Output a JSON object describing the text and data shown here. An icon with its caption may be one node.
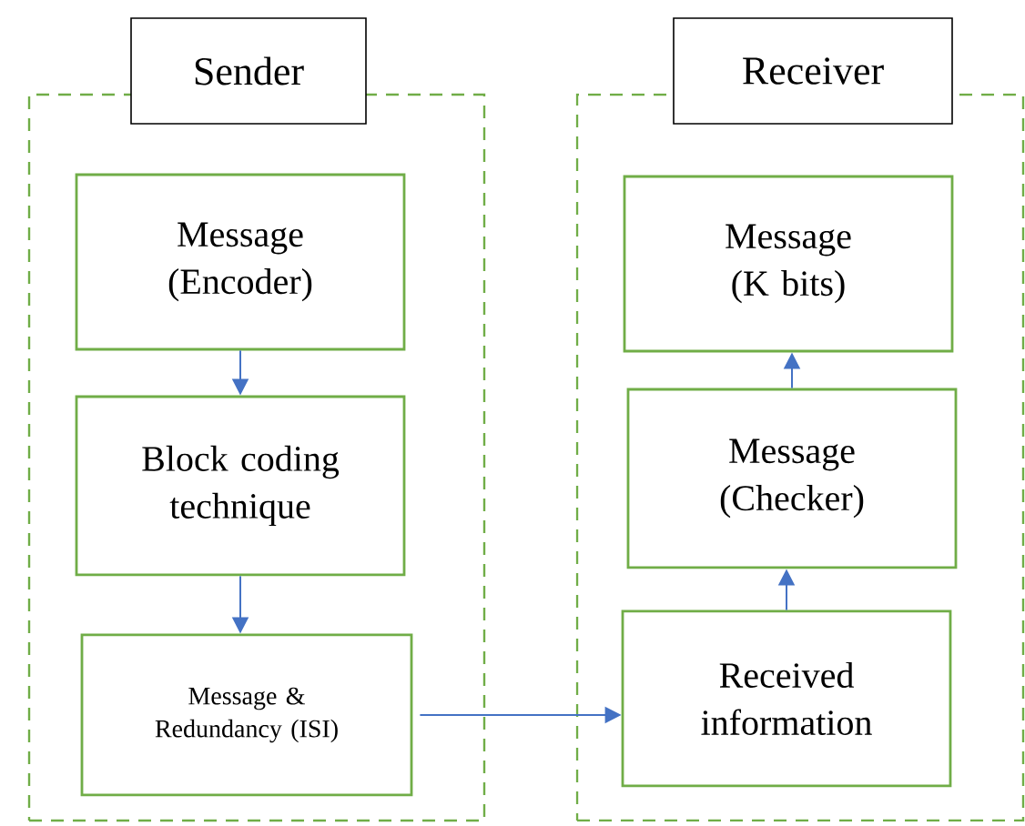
{
  "diagram": {
    "nodes": [
      {
        "text": [
          "Sender"
        ]
      },
      {
        "text": [
          "Message (Encoder)"
        ],
        "in": 0
      },
      {
        "text": [
          "Block coding technique"
        ],
        "in": 0
      },
      {
        "text": [
          "Message & Redundancy (ISI)"
        ],
        "in": 0
      },
      {
        "text": [
          "Receiver"
        ]
      },
      {
        "text": [
          "Message (K bits)"
        ],
        "in": 4
      },
      {
        "text": [
          "Message (Checker)"
        ],
        "in": 4
      },
      {
        "text": [
          "Received information"
        ],
        "in": 4
      }
    ],
    "edges": [
      {
        "from": 1,
        "to": 2,
        "arrow": "to"
      },
      {
        "from": 2,
        "to": 3,
        "arrow": "to"
      },
      {
        "from": 3,
        "to": 7,
        "arrow": "to"
      },
      {
        "from": 7,
        "to": 6,
        "arrow": "to"
      },
      {
        "from": 6,
        "to": 5,
        "arrow": "to"
      }
    ]
  }
}
